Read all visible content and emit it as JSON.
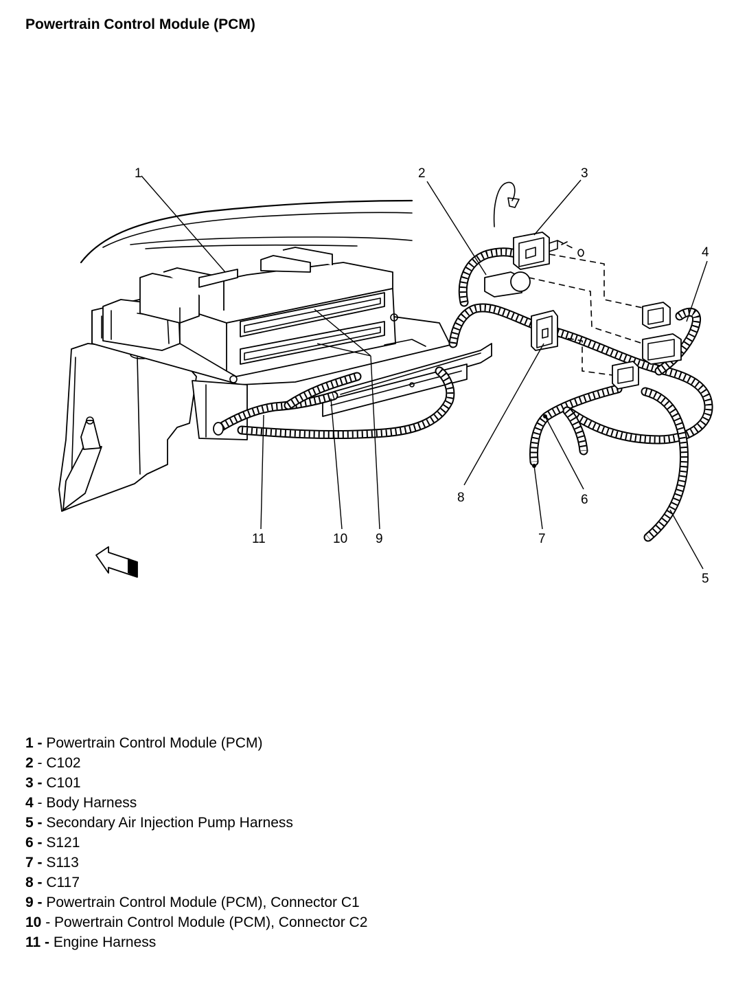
{
  "title": "Powertrain Control Module (PCM)",
  "callouts": [
    {
      "num": "1",
      "desc": "Powertrain Control Module (PCM)"
    },
    {
      "num": "2",
      "desc": "C102"
    },
    {
      "num": "3",
      "desc": "C101"
    },
    {
      "num": "4",
      "desc": "Body Harness"
    },
    {
      "num": "5",
      "desc": "Secondary Air Injection Pump Harness"
    },
    {
      "num": "6",
      "desc": "S121"
    },
    {
      "num": "7",
      "desc": "S113"
    },
    {
      "num": "8",
      "desc": "C117"
    },
    {
      "num": "9",
      "desc": "Powertrain Control Module (PCM), Connector C1"
    },
    {
      "num": "10",
      "desc": "Powertrain Control Module (PCM), Connector C2"
    },
    {
      "num": "11",
      "desc": "Engine Harness"
    }
  ],
  "legend_separator": " - "
}
